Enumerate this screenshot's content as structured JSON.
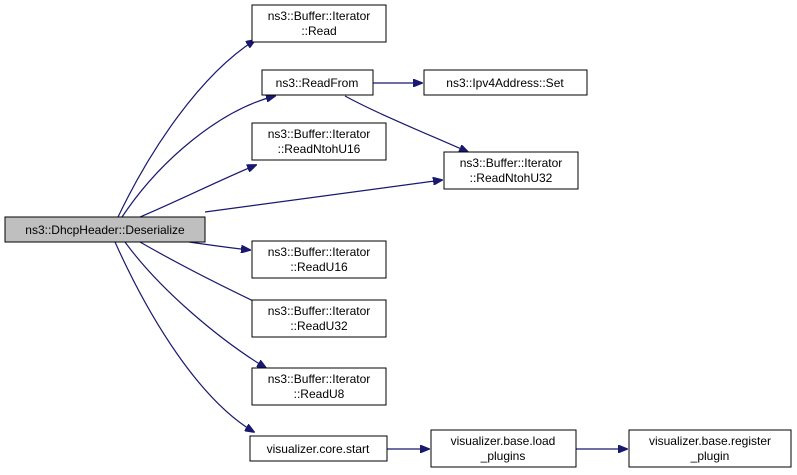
{
  "graph": {
    "root": {
      "id": "root",
      "lines": [
        "ns3::DhcpHeader::Deserialize"
      ]
    },
    "nodes": [
      {
        "id": "read",
        "lines": [
          "ns3::Buffer::Iterator",
          "::Read"
        ]
      },
      {
        "id": "readfrom",
        "lines": [
          "ns3::ReadFrom"
        ]
      },
      {
        "id": "ipv4set",
        "lines": [
          "ns3::Ipv4Address::Set"
        ]
      },
      {
        "id": "readntohu16",
        "lines": [
          "ns3::Buffer::Iterator",
          "::ReadNtohU16"
        ]
      },
      {
        "id": "readntohu32",
        "lines": [
          "ns3::Buffer::Iterator",
          "::ReadNtohU32"
        ]
      },
      {
        "id": "readu16",
        "lines": [
          "ns3::Buffer::Iterator",
          "::ReadU16"
        ]
      },
      {
        "id": "readu32",
        "lines": [
          "ns3::Buffer::Iterator",
          "::ReadU32"
        ]
      },
      {
        "id": "readu8",
        "lines": [
          "ns3::Buffer::Iterator",
          "::ReadU8"
        ]
      },
      {
        "id": "corestart",
        "lines": [
          "visualizer.core.start"
        ]
      },
      {
        "id": "loadplugins",
        "lines": [
          "visualizer.base.load",
          "_plugins"
        ]
      },
      {
        "id": "registerplugin",
        "lines": [
          "visualizer.base.register",
          "_plugin"
        ]
      }
    ],
    "edges": [
      {
        "from": "root",
        "to": "read"
      },
      {
        "from": "root",
        "to": "readfrom"
      },
      {
        "from": "root",
        "to": "readntohu16"
      },
      {
        "from": "root",
        "to": "readntohu32"
      },
      {
        "from": "root",
        "to": "readu16"
      },
      {
        "from": "root",
        "to": "readu32"
      },
      {
        "from": "root",
        "to": "readu8"
      },
      {
        "from": "root",
        "to": "corestart"
      },
      {
        "from": "readfrom",
        "to": "ipv4set"
      },
      {
        "from": "readfrom",
        "to": "readntohu32"
      },
      {
        "from": "corestart",
        "to": "loadplugins"
      },
      {
        "from": "loadplugins",
        "to": "registerplugin"
      }
    ],
    "colors": {
      "root_fill": "#bfbfbf",
      "node_fill": "#ffffff",
      "border": "#000000",
      "edge": "#191970"
    }
  }
}
